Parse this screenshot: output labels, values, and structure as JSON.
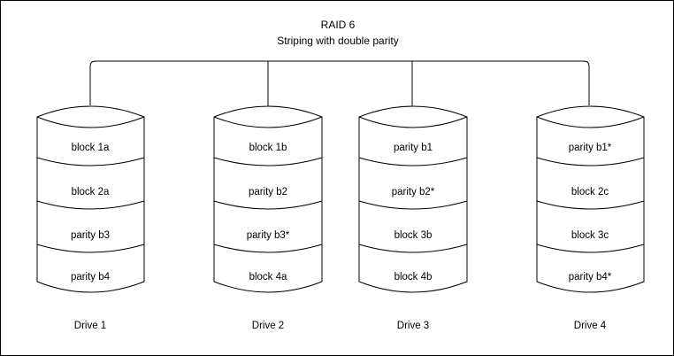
{
  "title": {
    "line1": "RAID 6",
    "line2": "Striping with double parity"
  },
  "colors": {
    "stroke": "#000000",
    "fill": "#ffffff",
    "text": "#000000",
    "border": "#000000"
  },
  "bus": {
    "name": "controller-bus"
  },
  "drives": [
    {
      "label": "Drive 1",
      "cells": [
        "block 1a",
        "block 2a",
        "parity b3",
        "parity b4"
      ]
    },
    {
      "label": "Drive 2",
      "cells": [
        "block 1b",
        "parity b2",
        "parity b3*",
        "block 4a"
      ]
    },
    {
      "label": "Drive 3",
      "cells": [
        "parity b1",
        "parity b2*",
        "block 3b",
        "block 4b"
      ]
    },
    {
      "label": "Drive 4",
      "cells": [
        "parity b1*",
        "block 2c",
        "block 3c",
        "parity b4*"
      ]
    }
  ]
}
